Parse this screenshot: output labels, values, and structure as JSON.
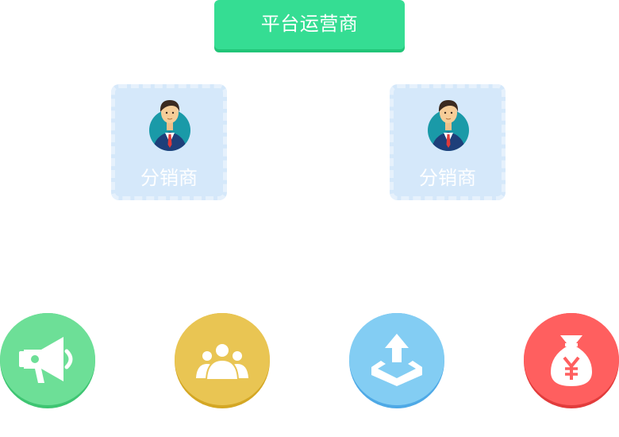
{
  "top_node": {
    "label": "平台运营商",
    "color": "#35dd93"
  },
  "distributors": [
    {
      "label": "分销商",
      "icon": "businessman-avatar-icon"
    },
    {
      "label": "分销商",
      "icon": "businessman-avatar-icon"
    }
  ],
  "feature_icons": [
    {
      "icon": "megaphone-icon",
      "color": "#6ddf97"
    },
    {
      "icon": "group-users-icon",
      "color": "#e9c553"
    },
    {
      "icon": "upload-tray-icon",
      "color": "#83cdf3"
    },
    {
      "icon": "money-bag-yen-icon",
      "color": "#ff5f5f"
    }
  ]
}
